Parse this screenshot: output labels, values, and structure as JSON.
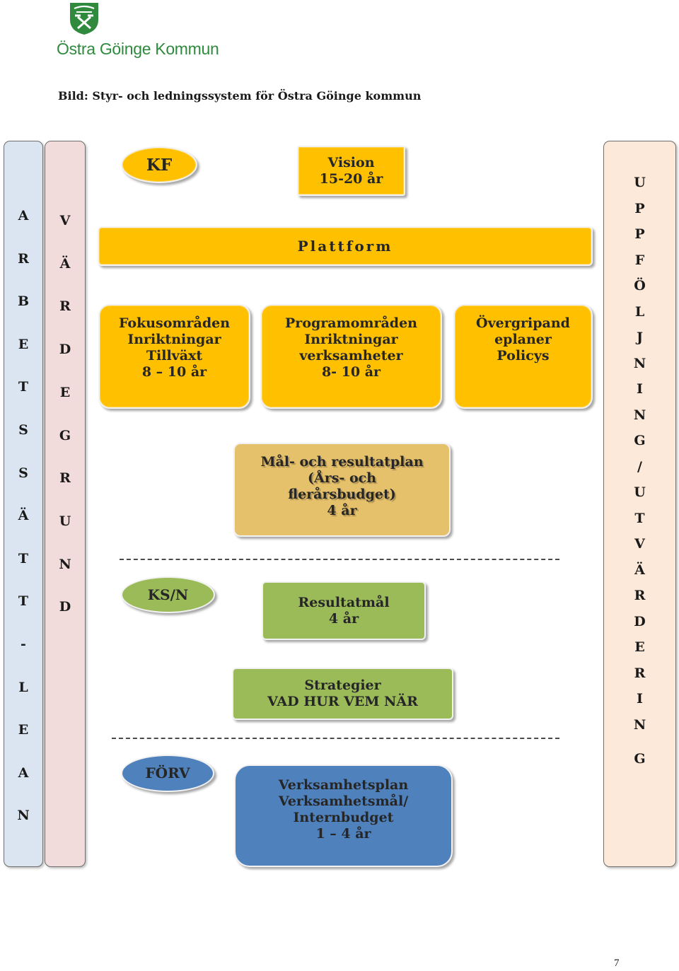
{
  "logo": {
    "text": "Östra Göinge Kommun",
    "colors": {
      "primary": "#2f8a3e"
    }
  },
  "caption": "Bild: Styr- och ledningssystem för Östra Göinge kommun",
  "columns": {
    "arbetssatt": {
      "letters": [
        "A",
        "R",
        "B",
        "E",
        "T",
        "S",
        "S",
        "Ä",
        "T",
        "T",
        "-",
        "L",
        "E",
        "A",
        "N"
      ],
      "color": "#dbe5f1"
    },
    "vardegrund": {
      "letters": [
        "V",
        "Ä",
        "R",
        "D",
        "E",
        "G",
        "R",
        "U",
        "N",
        "D"
      ],
      "color": "#f2dcdb"
    },
    "uppfoljning": {
      "letters": [
        "U",
        "P",
        "P",
        "F",
        "Ö",
        "L",
        "J",
        "N",
        "I",
        "N",
        "G",
        "/",
        "U",
        "T",
        "V",
        "Ä",
        "R",
        "D",
        "E",
        "R",
        "I",
        "N",
        "G"
      ],
      "color": "#fde9d9"
    }
  },
  "nodes": {
    "kf": "KF",
    "ksn": "KS/N",
    "forv": "FÖRV"
  },
  "boxes": {
    "vision": [
      "Vision",
      "15-20 år"
    ],
    "plattform": "Plattform",
    "fokus": [
      "Fokusområden",
      "Inriktningar",
      "Tillväxt",
      "8 – 10 år"
    ],
    "program": [
      "Programområden",
      "Inriktningar",
      "verksamheter",
      "8- 10 år"
    ],
    "overgripande": [
      "Övergripand",
      "eplaner",
      "Policys"
    ],
    "mal": [
      "Mål- och resultatplan",
      "(Års- och",
      "flerårsbudget)",
      "4 år"
    ],
    "resultat": [
      "Resultatmål",
      "4 år"
    ],
    "strategier": [
      "Strategier",
      "VAD HUR VEM NÄR"
    ],
    "verksamhet": [
      "Verksamhetsplan",
      "Verksamhetsmål/",
      "Internbudget",
      "1 – 4 år"
    ]
  },
  "colors": {
    "orange": "#ffc000",
    "tan": "#e6c16c",
    "green": "#9bbb59",
    "blue": "#4f81bd"
  },
  "page_number": "7"
}
